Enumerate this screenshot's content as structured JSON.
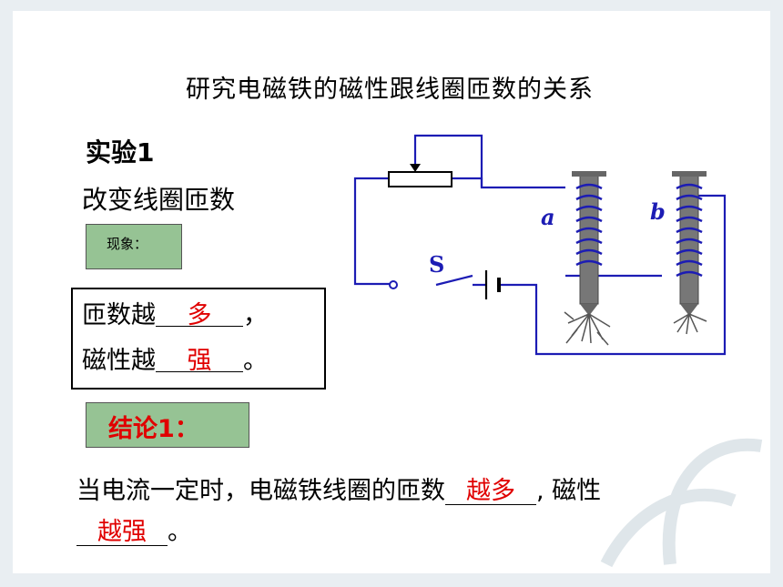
{
  "title": "研究电磁铁的磁性跟线圈匝数的关系",
  "experiment": {
    "label": "实验1",
    "description": "改变线圈匝数"
  },
  "observation": {
    "label": "现象："
  },
  "result": {
    "line1_prefix": "匝数越",
    "line1_answer": "多",
    "line1_suffix": "，",
    "line2_prefix": "磁性越",
    "line2_answer": "强",
    "line2_suffix": "。"
  },
  "conclusion": {
    "label": "结论1：",
    "text_prefix": "当电流一定时，电磁铁线圈的匝数",
    "answer1": "越多",
    "text_middle": ", 磁性",
    "answer2": "越强",
    "text_suffix": "。"
  },
  "circuit": {
    "switch_label": "S",
    "coil_a_label": "a",
    "coil_b_label": "b",
    "wire_color": "#1c1cb4",
    "answer_color": "#e00000",
    "box_color": "#96c394"
  }
}
